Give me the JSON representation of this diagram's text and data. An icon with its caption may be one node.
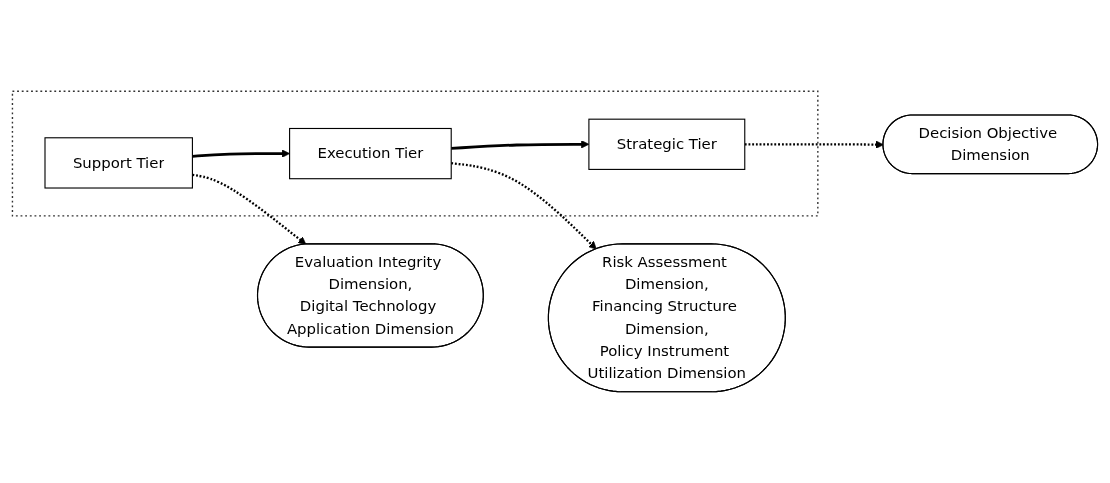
{
  "diagram": {
    "nodes": [
      {
        "text": [],
        "shape": "box"
      },
      {
        "text": [
          "Strategic Tier"
        ],
        "in": 0
      },
      {
        "text": [
          "Execution Tier"
        ],
        "in": 0
      },
      {
        "text": [
          "Support Tier"
        ],
        "in": 0
      },
      {
        "text": [
          "Decision Objective Dimension"
        ]
      },
      {
        "text": [
          "Risk Assessment Dimension, Financing Structure Dimension, Policy Instrument Utilization Dimension"
        ]
      },
      {
        "text": [
          "Evaluation Integrity Dimension, Digital Technology Application Dimension"
        ]
      }
    ],
    "edges": [
      {
        "from": 3,
        "to": 2,
        "arrow": "to"
      },
      {
        "from": 2,
        "to": 1,
        "arrow": "to"
      },
      {
        "from": 1,
        "to": 4,
        "arrow": "to",
        "style": "dashed"
      },
      {
        "from": 2,
        "to": 5,
        "arrow": "to",
        "style": "dashed"
      },
      {
        "from": 3,
        "to": 6,
        "arrow": "to",
        "style": "dashed"
      }
    ]
  }
}
